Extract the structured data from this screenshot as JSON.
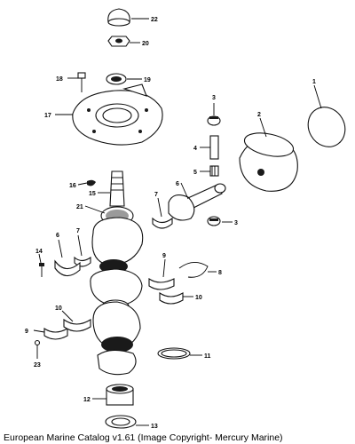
{
  "caption": "European Marine Catalog v1.61 (Image Copyright- Mercury Marine)",
  "callouts": {
    "c1": "1",
    "c2": "2",
    "c3a": "3",
    "c3b": "3",
    "c4": "4",
    "c5": "5",
    "c6a": "6",
    "c6b": "6",
    "c7a": "7",
    "c7b": "7",
    "c8": "8",
    "c9a": "9",
    "c9b": "9",
    "c10a": "10",
    "c10b": "10",
    "c11": "11",
    "c12": "12",
    "c13": "13",
    "c14": "14",
    "c15": "15",
    "c16": "16",
    "c17": "17",
    "c18": "18",
    "c19": "19",
    "c20": "20",
    "c21": "21",
    "c22": "22",
    "c23": "23"
  }
}
